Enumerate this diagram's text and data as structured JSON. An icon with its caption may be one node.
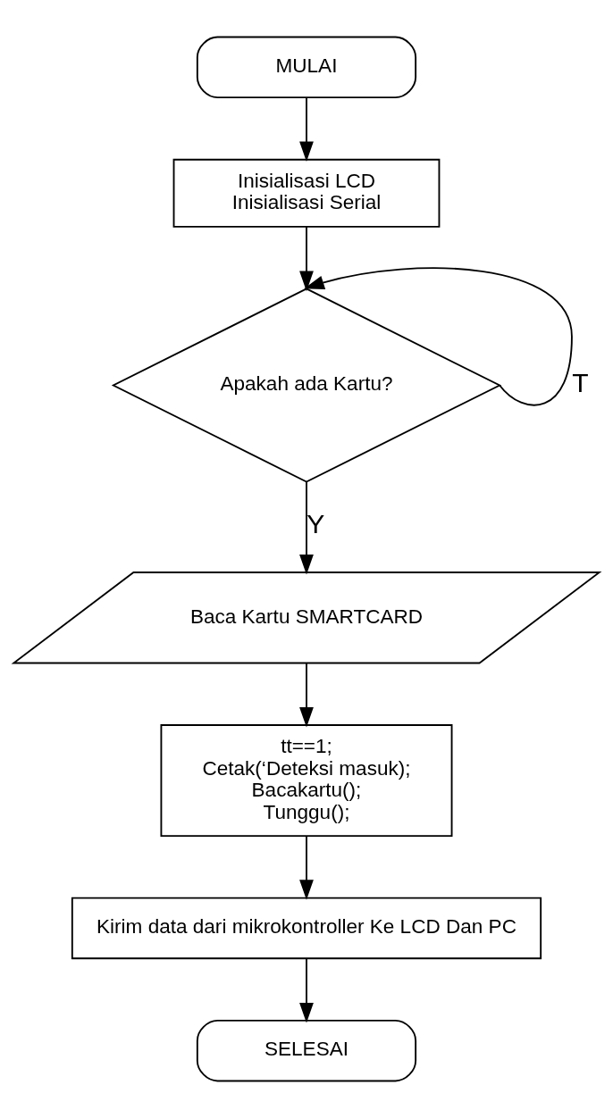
{
  "diagram": {
    "nodes": [
      {
        "text": [
          "MULAI"
        ]
      },
      {
        "text": [
          "Inisialisasi LCD",
          "Inisialisasi Serial"
        ]
      },
      {
        "text": [
          "Apakah ada Kartu?"
        ]
      },
      {
        "text": [
          "Baca Kartu SMARTCARD"
        ]
      },
      {
        "text": [
          "tt==1;",
          "Cetak(‘Deteksi masuk);",
          "Bacakartu();",
          "Tunggu();"
        ]
      },
      {
        "text": [
          "Kirim data dari mikrokontroller Ke LCD Dan PC"
        ]
      },
      {
        "text": [
          "SELESAI"
        ]
      }
    ],
    "edges": [
      {
        "from": 0,
        "to": 1,
        "arrow": "to"
      },
      {
        "from": 1,
        "to": 2,
        "arrow": "to"
      },
      {
        "from": 2,
        "to": 2,
        "arrow": "to",
        "label": "T"
      },
      {
        "from": 2,
        "to": 3,
        "arrow": "to",
        "label": "Y"
      },
      {
        "from": 3,
        "to": 4,
        "arrow": "to"
      },
      {
        "from": 4,
        "to": 5,
        "arrow": "to"
      },
      {
        "from": 5,
        "to": 6,
        "arrow": "to"
      }
    ]
  }
}
